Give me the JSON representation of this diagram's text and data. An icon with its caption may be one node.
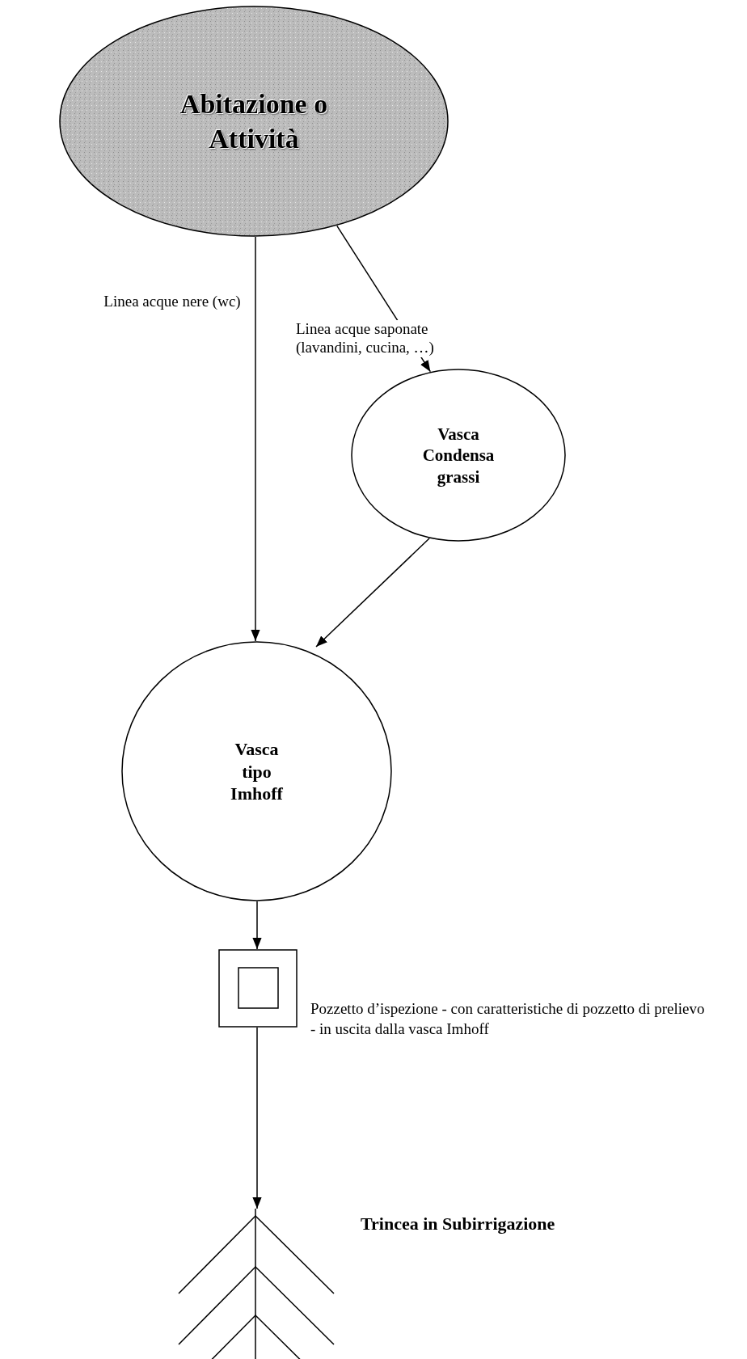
{
  "diagram": {
    "nodes": [
      {
        "text": [
          "Abitazione o Attività"
        ]
      },
      {
        "text": [
          "Vasca Condensa grassi"
        ]
      },
      {
        "text": [
          "Vasca tipo Imhoff"
        ]
      },
      {
        "text": [],
        "shape": "box",
        "beside": [
          "Pozzetto d’ispezione - con caratteristiche di pozzetto di prelievo - in uscita dalla vasca Imhoff"
        ]
      },
      {
        "text": [],
        "shape": "picture",
        "beside": [
          "Trincea in Subirrigazione"
        ]
      }
    ],
    "edges": [
      {
        "from": 0,
        "to": 2,
        "arrow": "to",
        "label": "Linea acque nere (wc)"
      },
      {
        "from": 0,
        "to": 1,
        "arrow": "to",
        "label": "Linea acque saponate (lavandini, cucina, …)"
      },
      {
        "from": 1,
        "to": 2,
        "arrow": "to"
      },
      {
        "from": 2,
        "to": 3,
        "arrow": "to"
      },
      {
        "from": 3,
        "to": 4,
        "arrow": "to"
      }
    ]
  }
}
